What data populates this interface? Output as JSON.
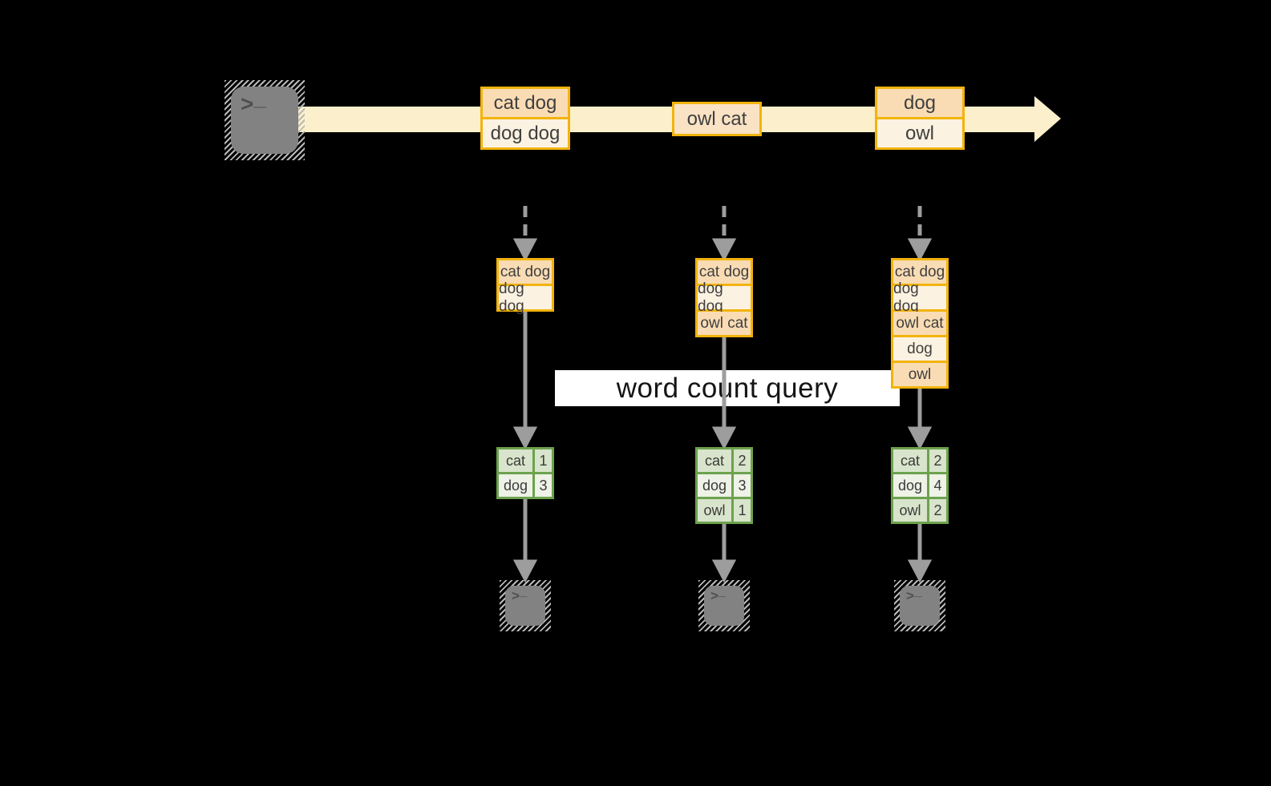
{
  "diagram": {
    "query_label": "word count query",
    "prompt": {
      "chevron": ">",
      "underscore": "_"
    },
    "stream_events": [
      {
        "rows": [
          "cat dog",
          "dog dog"
        ]
      },
      {
        "rows": [
          "owl cat"
        ]
      },
      {
        "rows": [
          "dog",
          "owl"
        ]
      }
    ],
    "snapshots": [
      {
        "buffer": [
          "cat dog",
          "dog dog"
        ],
        "counts": [
          {
            "word": "cat",
            "count": "1"
          },
          {
            "word": "dog",
            "count": "3"
          }
        ]
      },
      {
        "buffer": [
          "cat dog",
          "dog dog",
          "owl cat"
        ],
        "counts": [
          {
            "word": "cat",
            "count": "2"
          },
          {
            "word": "dog",
            "count": "3"
          },
          {
            "word": "owl",
            "count": "1"
          }
        ]
      },
      {
        "buffer": [
          "cat dog",
          "dog dog",
          "owl cat",
          "dog",
          "owl"
        ],
        "counts": [
          {
            "word": "cat",
            "count": "2"
          },
          {
            "word": "dog",
            "count": "4"
          },
          {
            "word": "owl",
            "count": "2"
          }
        ]
      }
    ]
  },
  "colors": {
    "gold": "#F2B30C",
    "peach": "#FADCB4",
    "cream": "#FCF2E1",
    "peach2": "#FAE3C4",
    "green": "#6CA24E",
    "g1": "#D8E4CB",
    "g2": "#EEF2E7",
    "stream": "#FBF0CB",
    "arrow": "#9D9D9D",
    "band": "#FFFFFF",
    "ink": "#3F3F3F"
  }
}
